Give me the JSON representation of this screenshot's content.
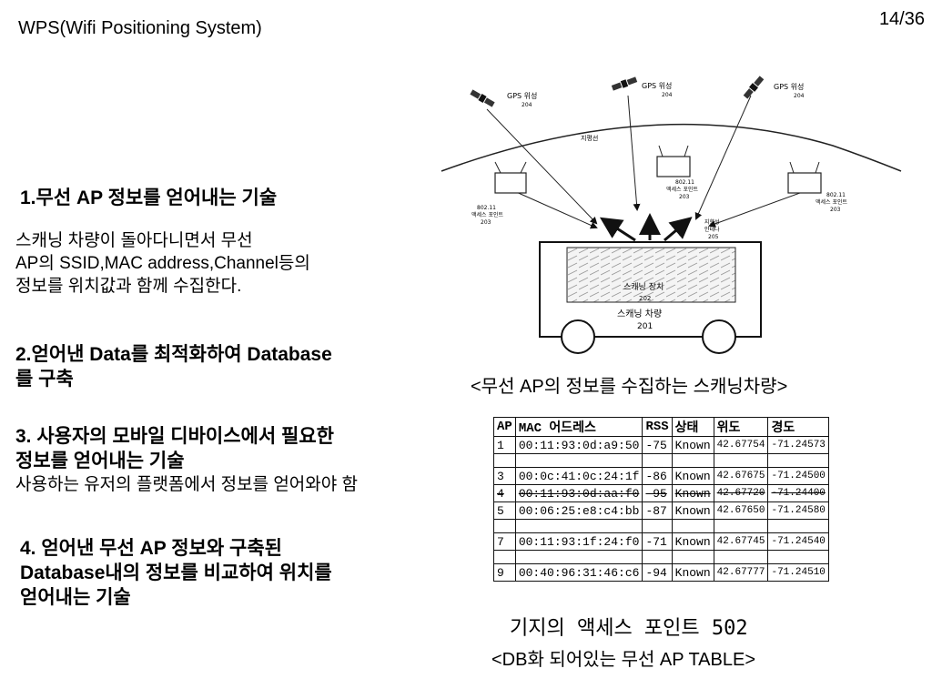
{
  "header": {
    "title": "WPS(Wifi Positioning System)",
    "page_number": "14/36"
  },
  "sections": [
    {
      "heading": "1.무선 AP 정보를 얻어내는 기술",
      "lines": [
        "스캐닝 차량이 돌아다니면서 무선",
        "AP의 SSID,MAC address,Channel등의",
        "정보를 위치값과 함께 수집한다."
      ]
    },
    {
      "heading_lines": [
        "2.얻어낸 Data를 최적화하여 Database",
        "를 구축"
      ]
    },
    {
      "heading_lines": [
        "3. 사용자의 모바일 디바이스에서 필요한",
        "정보를 얻어내는 기술"
      ],
      "body": "사용하는 유저의 플랫폼에서 정보를 얻어와야 함"
    },
    {
      "heading_lines": [
        "4. 얻어낸 무선 AP 정보와 구축된",
        "Database내의 정보를 비교하여 위치를",
        "얻어내는 기술"
      ]
    }
  ],
  "diagram": {
    "gps_label": "GPS 위성",
    "gps_ids": [
      "204",
      "204",
      "204"
    ],
    "horizon_label": "지평선",
    "ap_label_lines": [
      "802.11",
      "액세스 포인트",
      "203"
    ],
    "antenna_label_lines": [
      "지향성",
      "안테나",
      "205"
    ],
    "scanner_label": "스캐닝 장치",
    "scanner_id": "202",
    "vehicle_label": "스캐닝 차량",
    "vehicle_id": "201",
    "caption": "<무선 AP의 정보를 수집하는 스캐닝차량>"
  },
  "ap_table": {
    "headers": [
      "AP",
      "MAC 어드레스",
      "RSS",
      "상태",
      "위도",
      "경도"
    ],
    "rows": [
      [
        "1",
        "00:11:93:0d:a9:50",
        "-75",
        "Known",
        "42.67754",
        "-71.24573"
      ],
      [
        "",
        "",
        "",
        "",
        "",
        ""
      ],
      [
        "3",
        "00:0c:41:0c:24:1f",
        "-86",
        "Known",
        "42.67675",
        "-71.24500"
      ],
      [
        "4",
        "00:11:93:0d:aa:f0",
        "-95",
        "Known",
        "42.67720",
        "-71.24400"
      ],
      [
        "5",
        "00:06:25:e8:c4:bb",
        "-87",
        "Known",
        "42.67650",
        "-71.24580"
      ],
      [
        "",
        "",
        "",
        "",
        "",
        ""
      ],
      [
        "7",
        "00:11:93:1f:24:f0",
        "-71",
        "Known",
        "42.67745",
        "-71.24540"
      ],
      [
        "",
        "",
        "",
        "",
        "",
        ""
      ],
      [
        "9",
        "00:40:96:31:46:c6",
        "-94",
        "Known",
        "42.67777",
        "-71.24510"
      ]
    ],
    "footer": "기지의 액세스 포인트 502",
    "caption": "<DB화 되어있는 무선 AP TABLE>"
  }
}
